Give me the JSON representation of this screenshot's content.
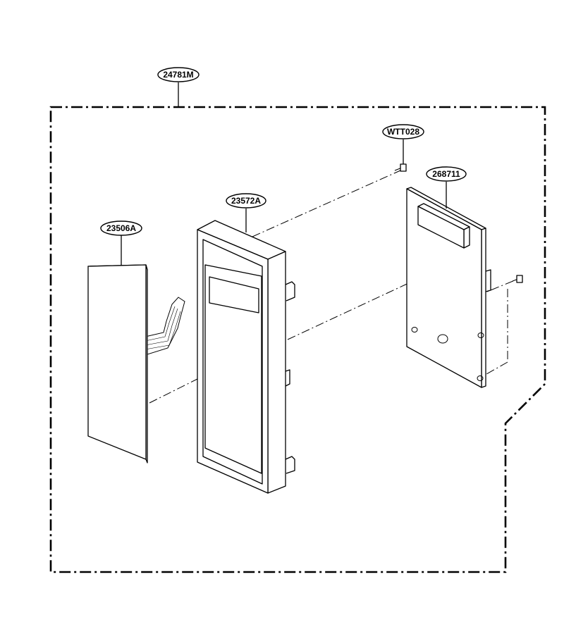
{
  "diagram": {
    "labels": {
      "assembly": "24781M",
      "screw": "WTT028",
      "pcb": "268711",
      "frame": "23572A",
      "membrane": "23506A"
    }
  }
}
